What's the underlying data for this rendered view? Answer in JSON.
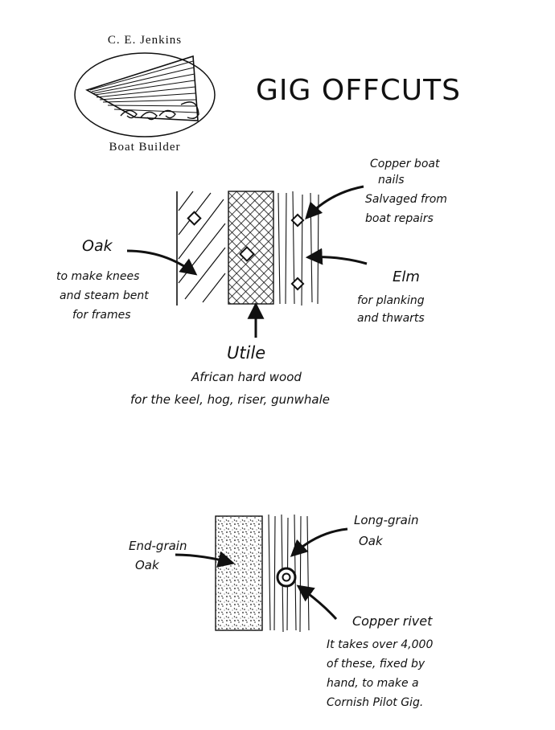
{
  "logo": {
    "top_text": "C. E. Jenkins",
    "bottom_text": "Boat Builder"
  },
  "title": "GIG OFFCUTS",
  "sample1": {
    "copper_nails": [
      "Copper boat",
      "nails",
      "Salvaged from",
      "boat repairs"
    ],
    "oak": {
      "heading": "Oak",
      "lines": [
        "to make knees",
        "and steam bent",
        "for frames"
      ]
    },
    "elm": {
      "heading": "Elm",
      "lines": [
        "for planking",
        "and thwarts"
      ]
    },
    "utile": {
      "heading": "Utile",
      "lines": [
        "African hard wood",
        "for the keel, hog, riser, gunwhale"
      ]
    }
  },
  "sample2": {
    "end_grain": [
      "End-grain",
      "Oak"
    ],
    "long_grain": [
      "Long-grain",
      "Oak"
    ],
    "copper_rivet": {
      "heading": "Copper rivet",
      "lines": [
        "It takes over 4,000",
        "of these, fixed by",
        "hand, to make a",
        "Cornish Pilot Gig."
      ]
    }
  }
}
